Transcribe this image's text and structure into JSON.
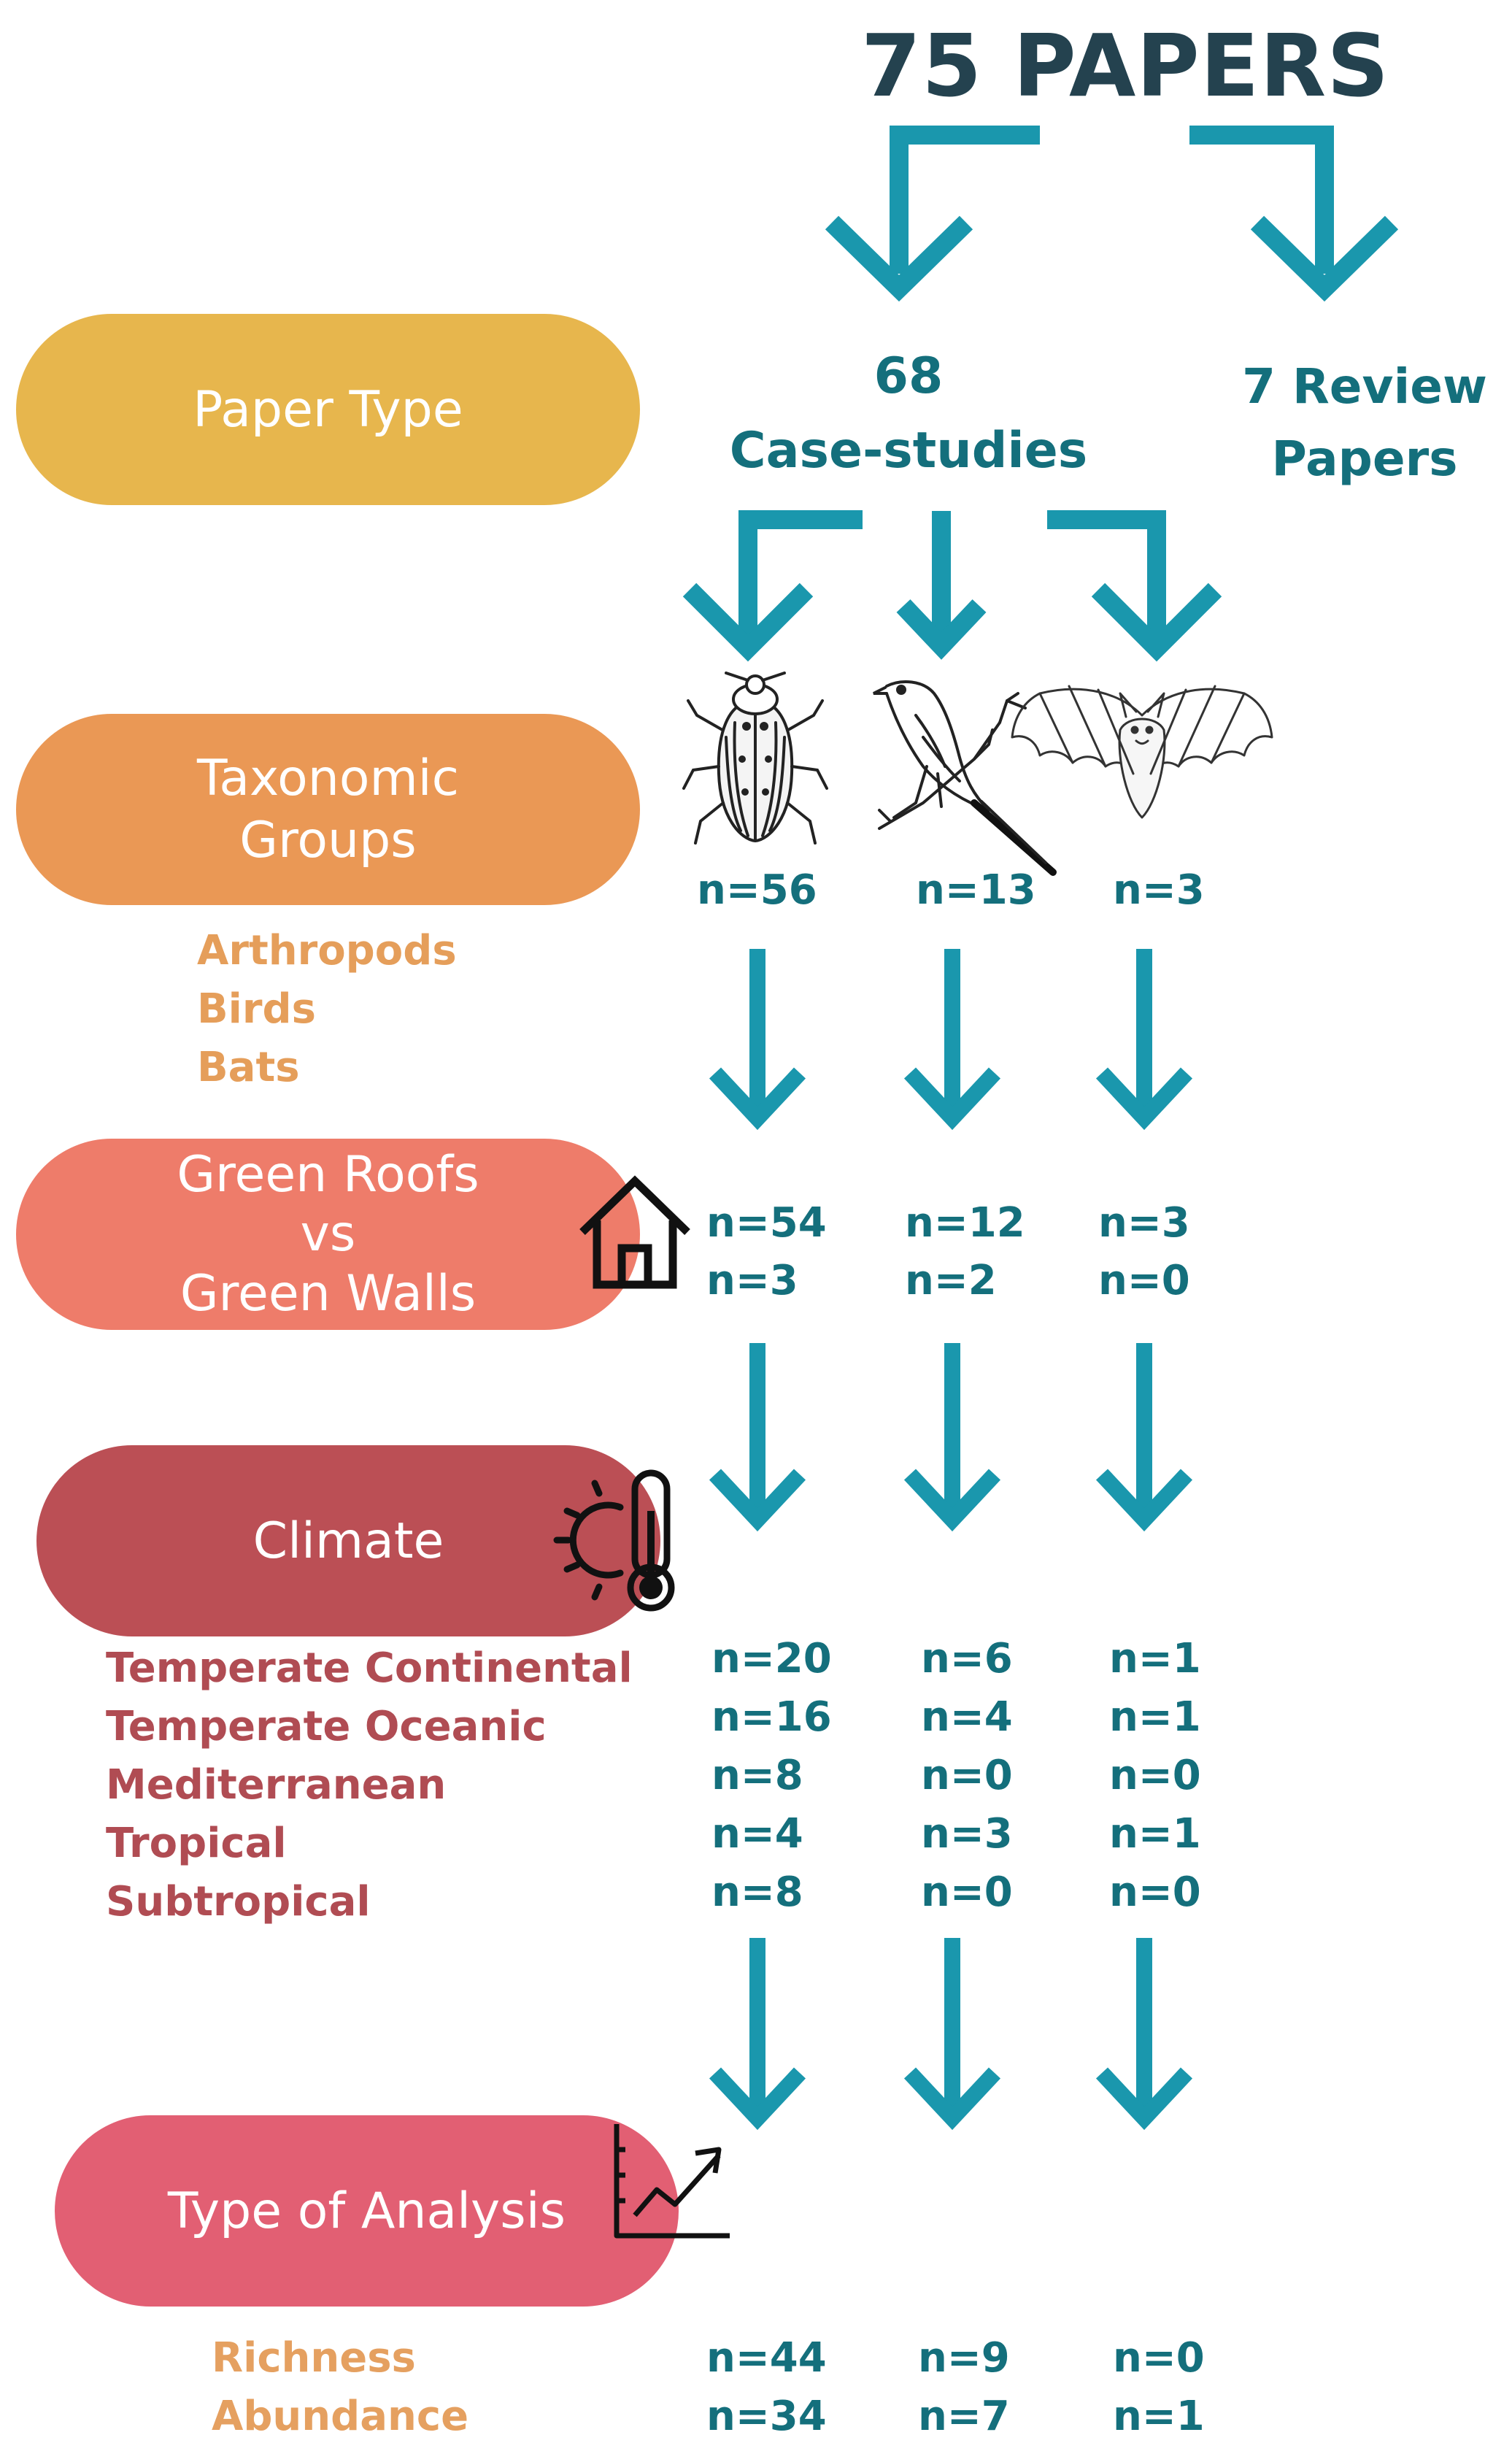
{
  "title": "75 PAPERS",
  "branches": {
    "case_count": "68",
    "case_label": "Case-studies",
    "review_line1": "7 Review",
    "review_line2": "Papers"
  },
  "levels": {
    "paper_type": "Paper Type",
    "taxonomic": {
      "line1": "Taxonomic",
      "line2": "Groups"
    },
    "green": {
      "line1": "Green Roofs",
      "line2": "vs",
      "line3": "Green Walls"
    },
    "climate": "Climate",
    "analysis": "Type of Analysis"
  },
  "taxa": {
    "labels": [
      "Arthropods",
      "Birds",
      "Bats"
    ],
    "counts": [
      "n=56",
      "n=13",
      "n=3"
    ]
  },
  "green_counts": {
    "roofs": [
      "n=54",
      "n=12",
      "n=3"
    ],
    "walls": [
      "n=3",
      "n=2",
      "n=0"
    ]
  },
  "climate_rows": [
    {
      "label": "Temperate Continental",
      "counts": [
        "n=20",
        "n=6",
        "n=1"
      ]
    },
    {
      "label": "Temperate Oceanic",
      "counts": [
        "n=16",
        "n=4",
        "n=1"
      ]
    },
    {
      "label": "Mediterranean",
      "counts": [
        "n=8",
        "n=0",
        "n=0"
      ]
    },
    {
      "label": "Tropical",
      "counts": [
        "n=4",
        "n=3",
        "n=1"
      ]
    },
    {
      "label": "Subtropical",
      "counts": [
        "n=8",
        "n=0",
        "n=0"
      ]
    }
  ],
  "analysis_rows": [
    {
      "label": "Richness",
      "counts": [
        "n=44",
        "n=9",
        "n=0"
      ]
    },
    {
      "label": "Abundance",
      "counts": [
        "n=34",
        "n=7",
        "n=1"
      ]
    }
  ],
  "colors": {
    "arrow": "#1a97ad",
    "count_text": "#146f7c",
    "title": "#24424f",
    "paper_type": "#e7b64d",
    "taxonomic": "#ea9855",
    "green": "#ee7c6a",
    "climate": "#bb4f55",
    "analysis": "#e25f73",
    "taxa_label": "#e59e5a",
    "climate_label": "#b04c53",
    "analysis_label": "#e5a060"
  },
  "icons": [
    "beetle-illustration",
    "bird-illustration",
    "bat-illustration",
    "house-icon",
    "sun-thermometer-icon",
    "chart-trend-icon"
  ]
}
